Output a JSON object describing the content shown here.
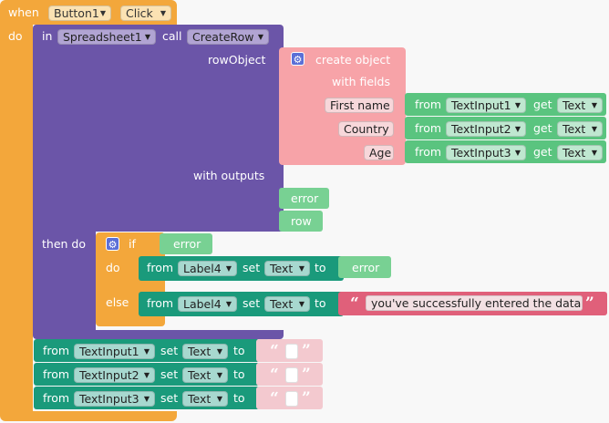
{
  "event": {
    "when": "when",
    "component": "Button1",
    "event_name": "Click",
    "do": "do"
  },
  "call": {
    "in": "in",
    "component": "Spreadsheet1",
    "call": "call",
    "method": "CreateRow",
    "param": "rowObject",
    "with_outputs": "with outputs",
    "then_do": "then do"
  },
  "create_object": {
    "title": "create object",
    "subtitle": "with fields",
    "fields": [
      {
        "name": "First name",
        "from": "from",
        "component": "TextInput1",
        "get": "get",
        "prop": "Text"
      },
      {
        "name": "Country",
        "from": "from",
        "component": "TextInput2",
        "get": "get",
        "prop": "Text"
      },
      {
        "name": "Age",
        "from": "from",
        "component": "TextInput3",
        "get": "get",
        "prop": "Text"
      }
    ]
  },
  "outputs": [
    "error",
    "row"
  ],
  "if_block": {
    "if": "if",
    "condition": "error",
    "do": "do",
    "else": "else",
    "then_stmt": {
      "from": "from",
      "component": "Label4",
      "set": "set",
      "prop": "Text",
      "to": "to",
      "value": "error"
    },
    "else_stmt": {
      "from": "from",
      "component": "Label4",
      "set": "set",
      "prop": "Text",
      "to": "to",
      "value": "you've successfully entered the data"
    }
  },
  "resets": [
    {
      "from": "from",
      "component": "TextInput1",
      "set": "set",
      "prop": "Text",
      "to": "to"
    },
    {
      "from": "from",
      "component": "TextInput2",
      "set": "set",
      "prop": "Text",
      "to": "to"
    },
    {
      "from": "from",
      "component": "TextInput3",
      "set": "set",
      "prop": "Text",
      "to": "to"
    }
  ],
  "quote_open": "“",
  "quote_close": "”",
  "colors": {
    "event": "#f3a73b",
    "procedure": "#6b55a8",
    "object": "#f7a3a8",
    "text_literal": "#e0607a",
    "component_get": "#5ac47f",
    "component_set": "#1a9a7b",
    "variable": "#78d193",
    "canvas": "#f8f8f8"
  }
}
